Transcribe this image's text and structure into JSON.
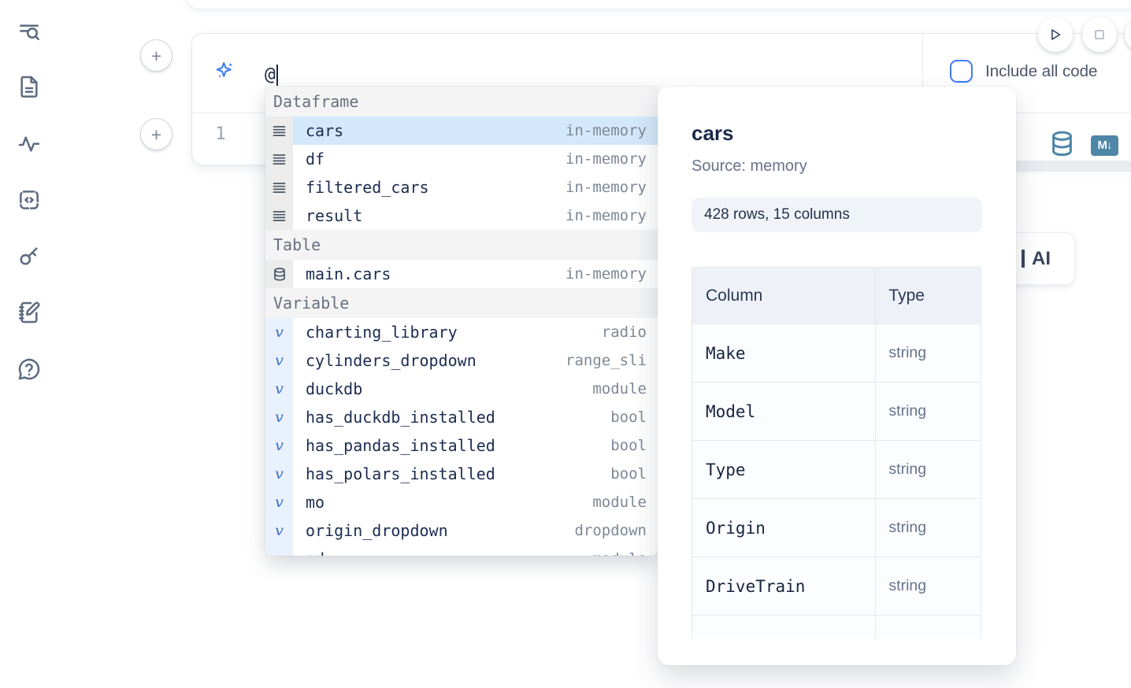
{
  "sidebar": {
    "items": [
      {
        "icon": "list-search-icon"
      },
      {
        "icon": "file-document-icon"
      },
      {
        "icon": "activity-icon"
      },
      {
        "icon": "code-block-icon"
      },
      {
        "icon": "key-icon"
      },
      {
        "icon": "scratchpad-icon"
      },
      {
        "icon": "help-chat-icon"
      }
    ]
  },
  "cell": {
    "add_cell_label": "+",
    "prompt_value": "@",
    "include_all_code_label": "Include all code",
    "line_number": "1"
  },
  "run_controls": {
    "icons": [
      "play-icon",
      "stop-icon"
    ]
  },
  "autocomplete": {
    "sections": [
      {
        "label": "Dataframe",
        "items": [
          {
            "name": "cars",
            "type": "in-memory",
            "icon": "dataframe-icon",
            "selected": true
          },
          {
            "name": "df",
            "type": "in-memory",
            "icon": "dataframe-icon",
            "selected": false
          },
          {
            "name": "filtered_cars",
            "type": "in-memory",
            "icon": "dataframe-icon",
            "selected": false
          },
          {
            "name": "result",
            "type": "in-memory",
            "icon": "dataframe-icon",
            "selected": false
          }
        ]
      },
      {
        "label": "Table",
        "items": [
          {
            "name": "main.cars",
            "type": "in-memory",
            "icon": "table-database-icon",
            "selected": false
          }
        ]
      },
      {
        "label": "Variable",
        "items": [
          {
            "name": "charting_library",
            "type": "radio",
            "icon": "variable-icon",
            "selected": false
          },
          {
            "name": "cylinders_dropdown",
            "type": "range_sli",
            "icon": "variable-icon",
            "selected": false
          },
          {
            "name": "duckdb",
            "type": "module",
            "icon": "variable-icon",
            "selected": false
          },
          {
            "name": "has_duckdb_installed",
            "type": "bool",
            "icon": "variable-icon",
            "selected": false
          },
          {
            "name": "has_pandas_installed",
            "type": "bool",
            "icon": "variable-icon",
            "selected": false
          },
          {
            "name": "has_polars_installed",
            "type": "bool",
            "icon": "variable-icon",
            "selected": false
          },
          {
            "name": "mo",
            "type": "module",
            "icon": "variable-icon",
            "selected": false
          },
          {
            "name": "origin_dropdown",
            "type": "dropdown",
            "icon": "variable-icon",
            "selected": false
          },
          {
            "name": "pd",
            "type": "module",
            "icon": "variable-icon",
            "selected": false
          }
        ]
      }
    ]
  },
  "preview_panel": {
    "title": "cars",
    "source_label": "Source: memory",
    "shape_label": "428 rows, 15 columns",
    "table": {
      "headers": [
        "Column",
        "Type"
      ],
      "rows": [
        [
          "Make",
          "string"
        ],
        [
          "Model",
          "string"
        ],
        [
          "Type",
          "string"
        ],
        [
          "Origin",
          "string"
        ],
        [
          "DriveTrain",
          "string"
        ]
      ]
    }
  },
  "output_toolbar": {
    "icons": [
      "database-icon",
      "markdown-export-icon"
    ],
    "markdown_badge": "M↓",
    "ai_button_label": "AI"
  },
  "colors": {
    "accent_blue": "#3e7bf5",
    "steel_blue": "#4e86a8",
    "selection_blue": "#d3e8fa",
    "text_navy": "#1c2c50"
  }
}
